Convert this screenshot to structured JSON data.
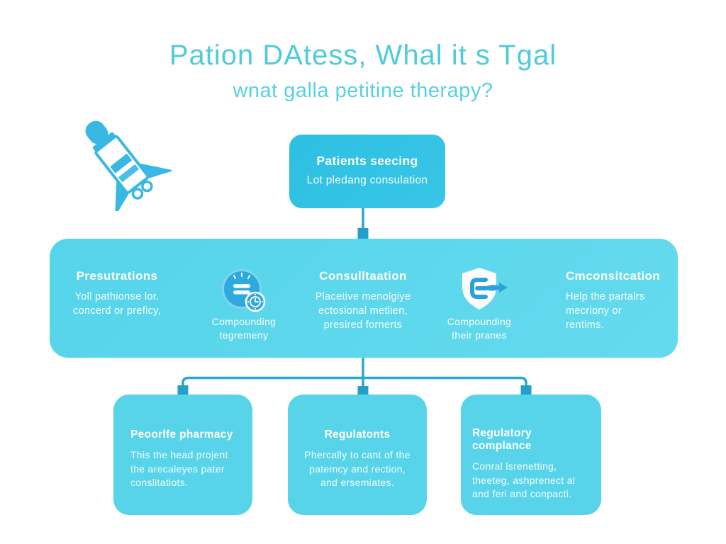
{
  "header": {
    "title": "Pation DAtess, Whal it s Tgal",
    "subtitle": "wnat galla petitine therapy?"
  },
  "top_box": {
    "heading": "Patients seecing",
    "body": "Lot pledang consulation"
  },
  "band": {
    "columns": [
      {
        "heading": "Presutrations",
        "lines": [
          "Yoll pathionse lor.",
          "concerd or preficy,"
        ]
      },
      {
        "heading": "Consulltaation",
        "lines": [
          "Placetive menolgiye",
          "ectosional metlien,",
          "presired fornerts"
        ]
      },
      {
        "heading": "Cmconsitcation",
        "lines": [
          "Help the partalrs",
          "mecriony or",
          "rentims."
        ]
      }
    ],
    "captions": [
      {
        "icon": "chat-clock-icon",
        "line1": "Compounding",
        "line2": "tegremeny"
      },
      {
        "icon": "shield-arrow-icon",
        "line1": "Compounding",
        "line2": "their pranes"
      }
    ]
  },
  "bottom_boxes": [
    {
      "heading": "Peoorlfe pharmacy",
      "lines": [
        "This the head projent",
        "the arecaleyes pater",
        "conslitatiots."
      ]
    },
    {
      "heading": "Regulatonts",
      "lines": [
        "Phercally to cant of the",
        "patemcy and rection,",
        "and ersemiates."
      ]
    },
    {
      "heading": "Regulatory complance",
      "lines": [
        "Conral lsrenetting,",
        "theeteg, ashprenect al",
        "and feri and conpacti."
      ]
    }
  ],
  "colors": {
    "title_text": "#4ecbdc",
    "top_box": "#2ebfe3",
    "band": "#5cd7ea",
    "bottom_box": "#57d4e9",
    "connector": "#29a7d0",
    "icon_blue": "#2ba6da",
    "text": "#ffffff"
  }
}
